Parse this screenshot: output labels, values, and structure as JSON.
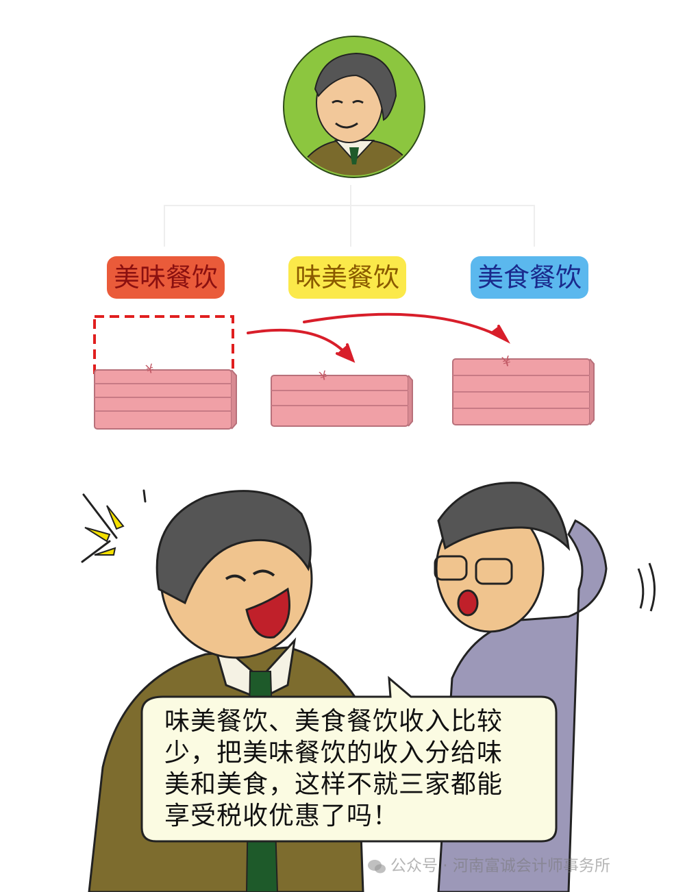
{
  "restaurants": [
    {
      "name": "美味餐饮",
      "color": "#ea5b3a",
      "text_color": "#8b1010"
    },
    {
      "name": "味美餐饮",
      "color": "#fbe94a",
      "text_color": "#8a5a00"
    },
    {
      "name": "美食餐饮",
      "color": "#5bb8ee",
      "text_color": "#1a2a8c"
    }
  ],
  "speech": {
    "lines": [
      "味美餐饮、美食餐饮收入比较",
      "少，把美味餐饮的收入分给味",
      "美和美食，这样不就三家都能",
      "享受税收优惠了吗！"
    ]
  },
  "watermark": {
    "text": "公众号 · 河南富诚会计师事务所",
    "icon": "wechat-icon"
  },
  "money": {
    "symbol": "¥",
    "color": "#f0a0a6"
  },
  "avatar": {
    "bg_color": "#8cc63f"
  }
}
